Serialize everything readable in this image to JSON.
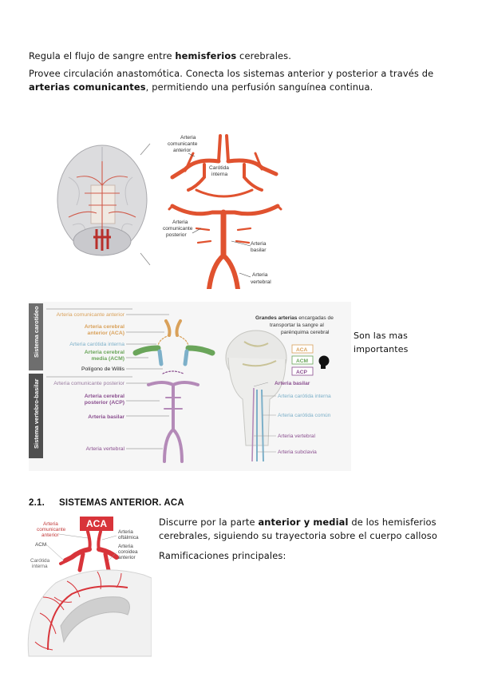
{
  "para1": {
    "pre": "Regula el flujo de sangre entre ",
    "bold": "hemisferios",
    "post": " cerebrales."
  },
  "para2": {
    "line1": "Provee circulación anastomótica. Conecta los sistemas anterior y posterior a través de",
    "bold": "arterias comunicantes",
    "rest": ", permitiendo una perfusión sanguínea continua."
  },
  "fig1": {
    "labels": {
      "comm_ant_1": "Arteria",
      "comm_ant_2": "comunicante",
      "comm_ant_3": "anterior",
      "carotid_1": "Carótida",
      "carotid_2": "interna",
      "comm_post_1": "Arteria",
      "comm_post_2": "comunicante",
      "comm_post_3": "posterior",
      "basilar_1": "Arteria",
      "basilar_2": "basilar",
      "vertebral_1": "Arteria",
      "vertebral_2": "vertebral"
    }
  },
  "fig2": {
    "side_top": "Sistema carotídeo",
    "side_bottom": "Sistema vertebro-basilar",
    "labels": {
      "aco_ant": "Arteria comunicante anterior",
      "aca_1": "Arteria cerebral",
      "aca_2": "anterior (ACA)",
      "carotid": "Arteria carótida interna",
      "acm_1": "Arteria cerebral",
      "acm_2": "media (ACM)",
      "willis": "Polígono de Willis",
      "aco_post": "Arteria comunicante posterior",
      "acp_1": "Arteria cerebral",
      "acp_2": "posterior (ACP)",
      "basilar": "Arteria basilar",
      "vertebral": "Arteria vertebral"
    },
    "right": {
      "title_bold": "Grandes arterias",
      "title_rest": " encargadas de",
      "title_2": "transportar la sangre al",
      "title_3": "parénquima cerebral",
      "aca": "ACA",
      "acm": "ACM",
      "acp": "ACP",
      "basilar": "Arteria basilar",
      "carotid_int": "Arteria carótida interna",
      "carotid_com": "Arteria carótida común",
      "vertebral": "Arteria vertebral",
      "subclavia": "Arteria subclavia"
    },
    "note_1": "Son las mas",
    "note_2": "importantes"
  },
  "section": {
    "number": "2.1.",
    "title": "SISTEMAS ANTERIOR. ACA"
  },
  "fig3": {
    "aca": "ACA",
    "l1a": "Arteria",
    "l1b": "comunicante",
    "l1c": "anterior",
    "acm": "ACM",
    "carotid_1": "Carótida",
    "carotid_2": "interna",
    "oft_1": "Arteria",
    "oft_2": "oftálmica",
    "cor_1": "Arteria",
    "cor_2": "coroidea",
    "cor_3": "anterior"
  },
  "para3": {
    "pre": "Discurre por la parte ",
    "bold": "anterior y medial",
    "post": " de los hemisferios",
    "line2": "cerebrales, siguiendo su trayectoria sobre el cuerpo calloso"
  },
  "para4": "Ramificaciones principales:",
  "colors": {
    "artery": "#e0522f",
    "aca": "#d9a15a",
    "acm": "#6aa55a",
    "acp": "#8a4f8f",
    "carotid": "#7db0c9",
    "badge": "#d8343a"
  }
}
